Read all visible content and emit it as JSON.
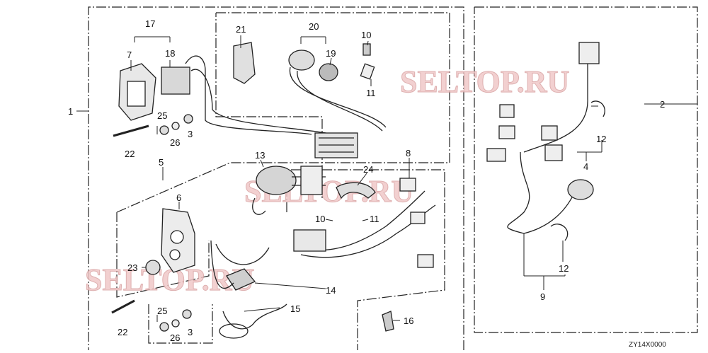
{
  "labels": {
    "n1": "1",
    "n2": "2",
    "n3a": "3",
    "n3b": "3",
    "n4": "4",
    "n5": "5",
    "n6": "6",
    "n7": "7",
    "n8": "8",
    "n9": "9",
    "n10a": "10",
    "n10b": "10",
    "n11a": "11",
    "n11b": "11",
    "n12a": "12",
    "n12b": "12",
    "n13": "13",
    "n14": "14",
    "n15": "15",
    "n16": "16",
    "n17": "17",
    "n18": "18",
    "n19": "19",
    "n20": "20",
    "n21": "21",
    "n22a": "22",
    "n22b": "22",
    "n23": "23",
    "n24": "24",
    "n25a": "25",
    "n25b": "25",
    "n26a": "26",
    "n26b": "26"
  },
  "watermark": {
    "text": "SELTOP.RU"
  },
  "diagram_code": "ZY14X0000"
}
